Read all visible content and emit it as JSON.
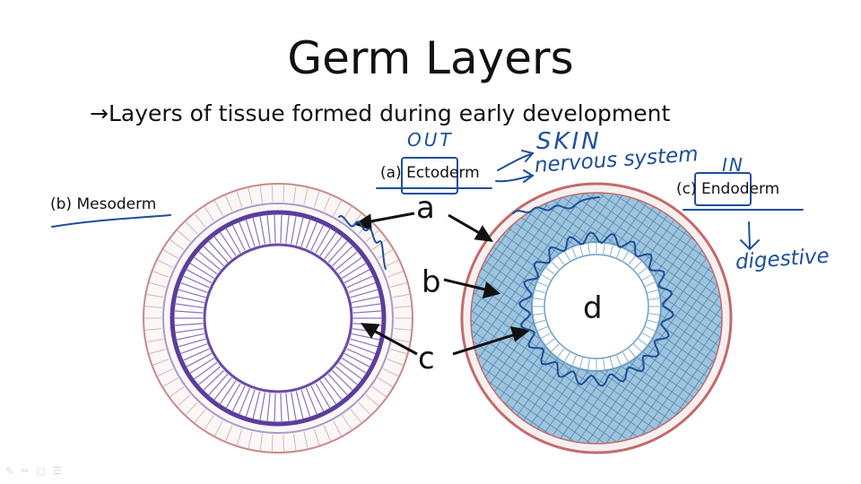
{
  "title": "Germ Layers",
  "subtitle": "→Layers of tissue formed during early development",
  "labels": {
    "ectoderm": "(a) Ectoderm",
    "mesoderm": "(b) Mesoderm",
    "endoderm": "(c) Endoderm",
    "a": "a",
    "b": "b",
    "c": "c",
    "d": "d"
  },
  "annotations": {
    "out": "OUT",
    "skin": "SKIN",
    "nervous": "nervous system",
    "in": "IN",
    "digestive": "digestive"
  },
  "colors": {
    "ink": "#1d4f9a",
    "membrane_red": "#c77a7a",
    "mesh_blue": "#5f93b8",
    "purple": "#6d4aa8"
  },
  "toolbar": {
    "icons": [
      "pen-icon",
      "highlighter-icon",
      "eraser-icon",
      "menu-icon"
    ]
  }
}
